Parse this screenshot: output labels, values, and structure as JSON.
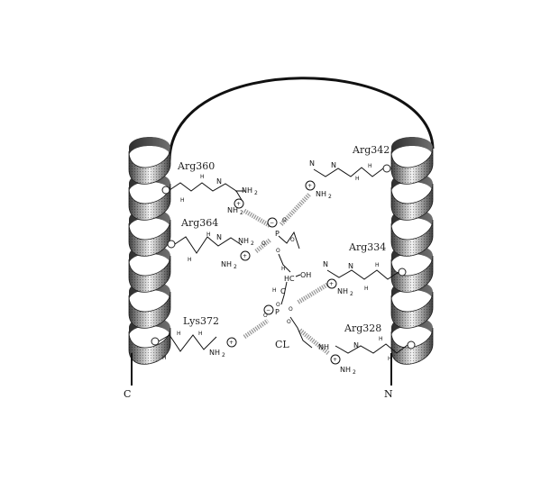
{
  "helices": {
    "left_terminal": "C",
    "right_terminal": "N"
  },
  "residues": [
    {
      "id": "arg360",
      "label": "Arg360"
    },
    {
      "id": "arg364",
      "label": "Arg364"
    },
    {
      "id": "lys372",
      "label": "Lys372"
    },
    {
      "id": "arg342",
      "label": "Arg342"
    },
    {
      "id": "arg334",
      "label": "Arg334"
    },
    {
      "id": "arg328",
      "label": "Arg328"
    }
  ],
  "ligand": {
    "label": "CL",
    "atoms": {
      "p": "P",
      "o": "O",
      "n": "N",
      "nh2": "NH",
      "h2": "H",
      "two": "2",
      "c": "C",
      "hc": "HC",
      "oh": "OH",
      "plus": "+",
      "minus": "−"
    }
  },
  "colors": {
    "helix_light": "#f2f2f2",
    "helix_dark": "#4a4a4a",
    "line": "#111111",
    "hbond": "#999999"
  }
}
